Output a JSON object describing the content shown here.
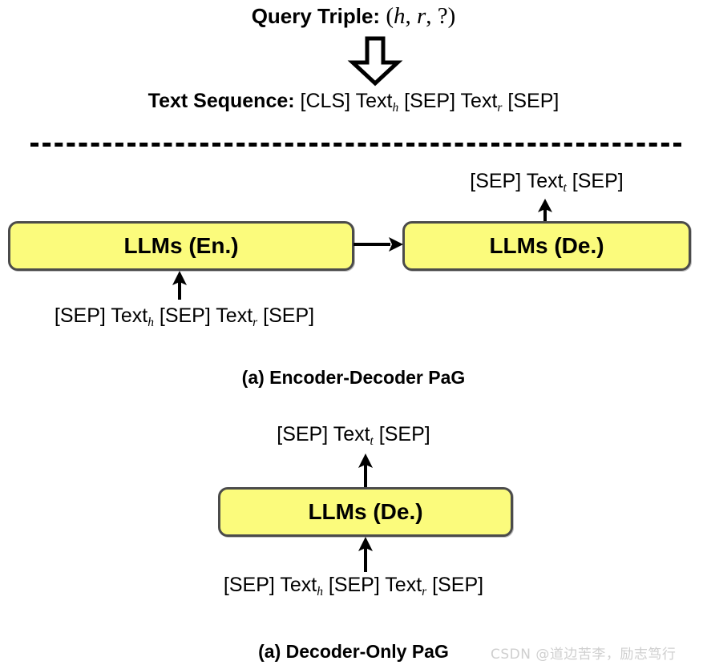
{
  "figure": {
    "header": {
      "query_label": "Query Triple:",
      "query_triple": "(h, r, ?)",
      "sequence_label": "Text Sequence:",
      "sequence_prefix": "[CLS] ",
      "sequence_sep1": " [SEP] ",
      "sequence_sep2": " [SEP]",
      "text_h": "Text",
      "sub_h": "h",
      "text_r": "Text",
      "sub_r": "r"
    },
    "panel_a": {
      "caption": "(a) Encoder-Decoder PaG",
      "encoder_box_label": "LLMs (En.)",
      "decoder_box_label": "LLMs (De.)",
      "output_prefix": "[SEP] ",
      "output_text": "Text",
      "output_sub": "t",
      "output_suffix": " [SEP]",
      "input_open": "[SEP] ",
      "input_text_h": "Text",
      "input_sub_h": "h",
      "input_mid": " [SEP] ",
      "input_text_r": "Text",
      "input_sub_r": "r",
      "input_close": " [SEP]"
    },
    "panel_b": {
      "caption": "(a) Decoder-Only PaG",
      "decoder_box_label": "LLMs (De.)",
      "output_prefix": "[SEP] ",
      "output_text": "Text",
      "output_sub": "t",
      "output_suffix": " [SEP]",
      "input_open": "[SEP] ",
      "input_text_h": "Text",
      "input_sub_h": "h",
      "input_mid": " [SEP] ",
      "input_text_r": "Text",
      "input_sub_r": "r",
      "input_close": " [SEP]"
    },
    "watermark": "CSDN @道边苦李，励志笃行",
    "colors": {
      "box_fill": "#FBFB7C",
      "box_border": "#4B4B4B",
      "stroke": "#000000",
      "watermark": "#CFCFCF",
      "background": "#FFFFFF"
    }
  }
}
